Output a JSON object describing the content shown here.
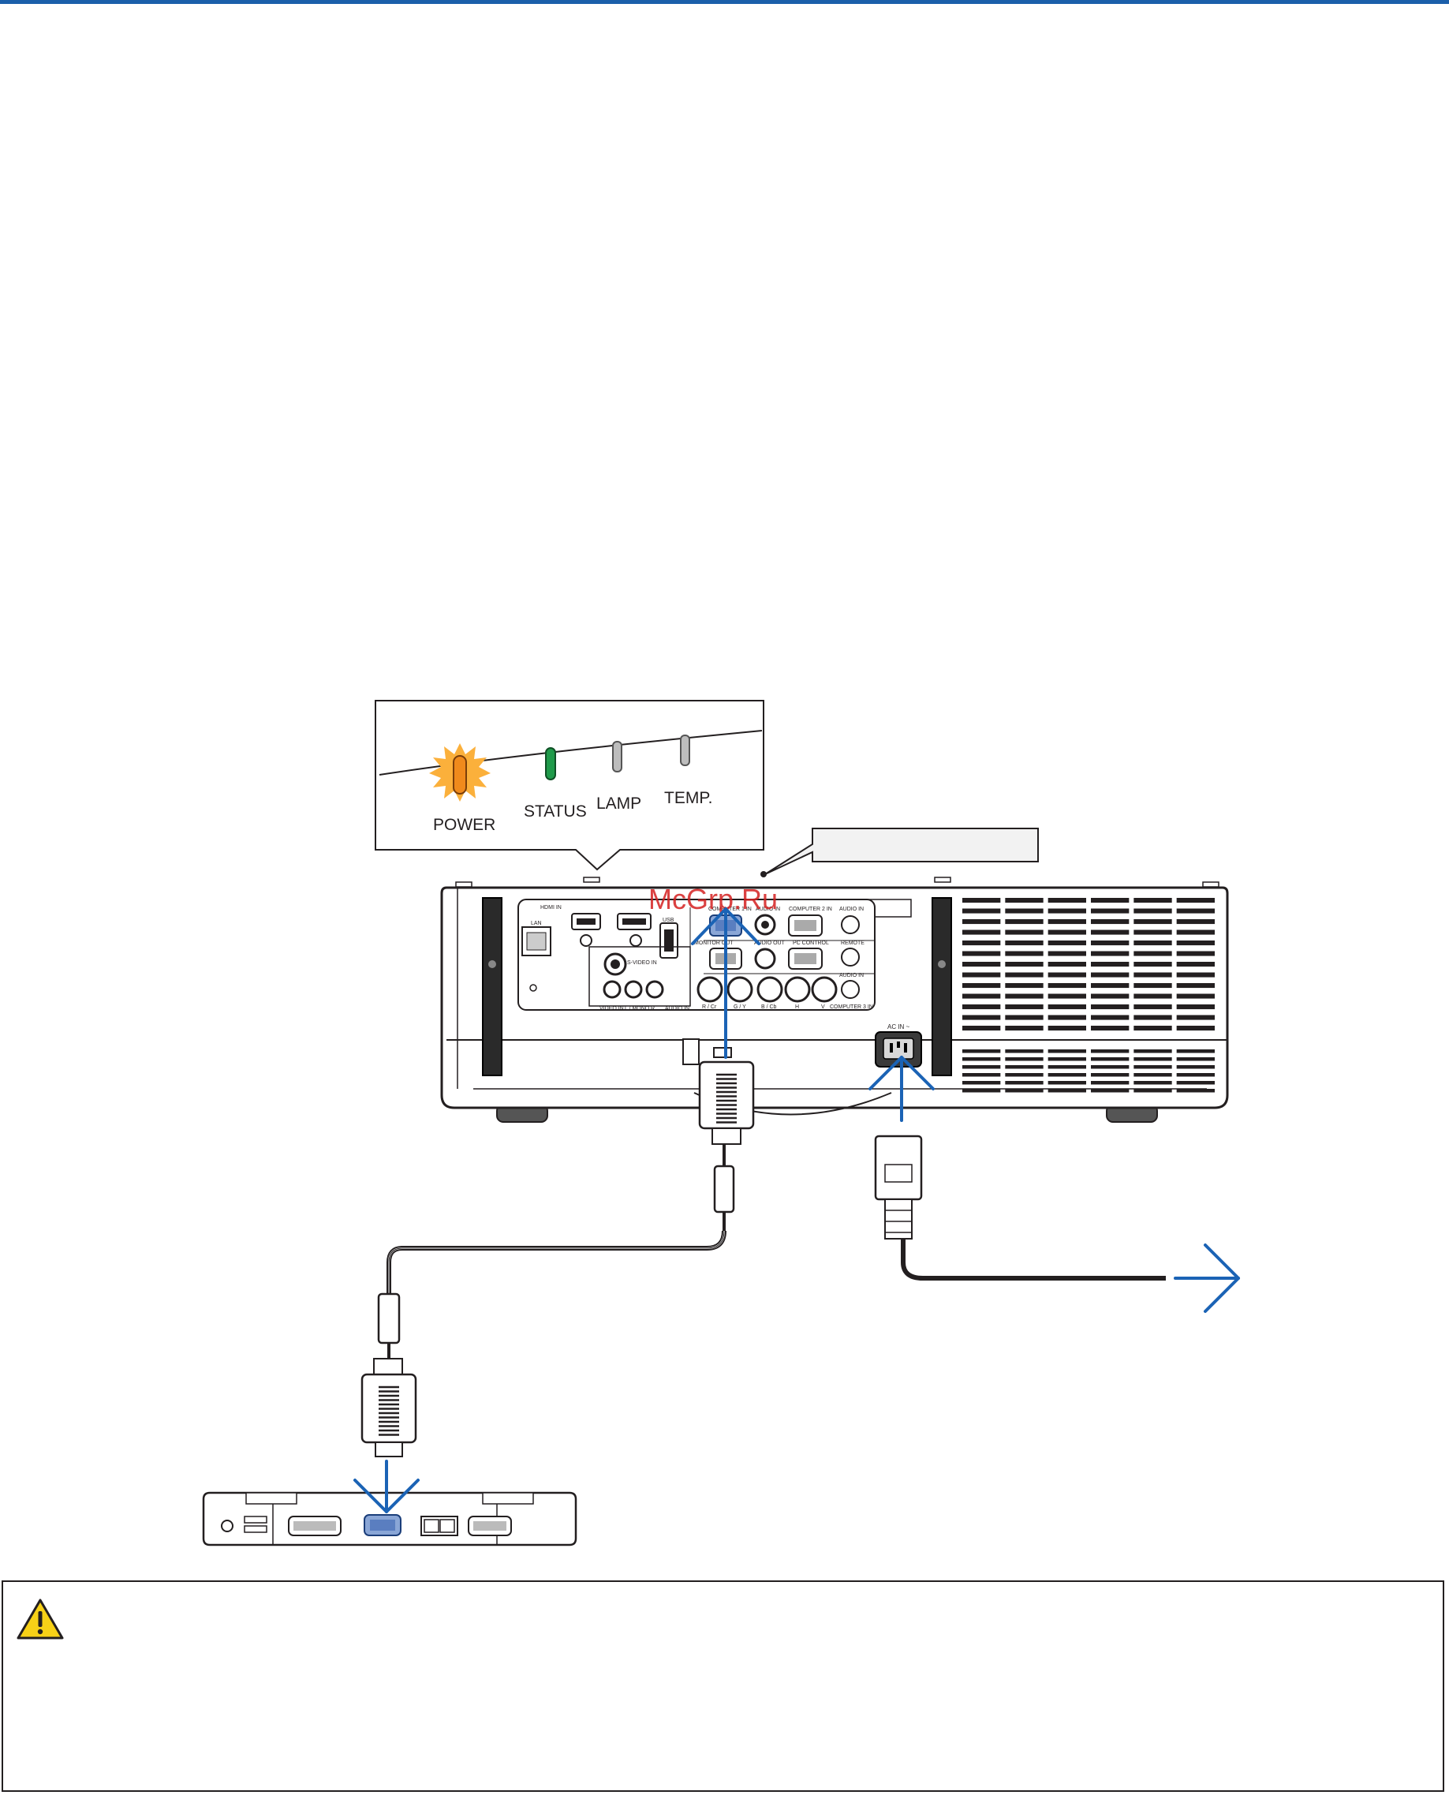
{
  "colors": {
    "rule": "#1b5faa",
    "arrow": "#1b63b5",
    "watermark": "#d42020",
    "power_led": "#f08a1c",
    "status_led": "#1f9a4a",
    "line": "#231f20"
  },
  "indicators": {
    "power": "POWER",
    "status": "STATUS",
    "lamp": "LAMP",
    "temp": "TEMP."
  },
  "watermark": "McGrp.Ru",
  "panel_labels": {
    "hdmi_in": "HDMI IN",
    "lan": "LAN",
    "usb": "USB",
    "s_video_in": "S-VIDEO IN",
    "video_in": "VIDEO IN",
    "l_mono": "L / MONO",
    "r": "R",
    "audio_in": "AUDIO IN",
    "computer1_in": "COMPUTER 1 IN",
    "audio_in_2": "AUDIO IN",
    "monitor_out": "MONITOR OUT",
    "audio_out": "AUDIO OUT",
    "computer2_in": "COMPUTER 2 IN",
    "pc_control": "PC CONTROL",
    "remote": "REMOTE",
    "audio_in_3": "AUDIO IN",
    "audio_in_4": "AUDIO IN",
    "r_cr": "R / Cr",
    "g_y": "G / Y",
    "b_cb": "B / Cb",
    "h": "H",
    "v": "V",
    "computer3_in": "COMPUTER 3 IN",
    "ac_in": "AC IN ~"
  },
  "caution_icon": "warning-triangle-icon"
}
